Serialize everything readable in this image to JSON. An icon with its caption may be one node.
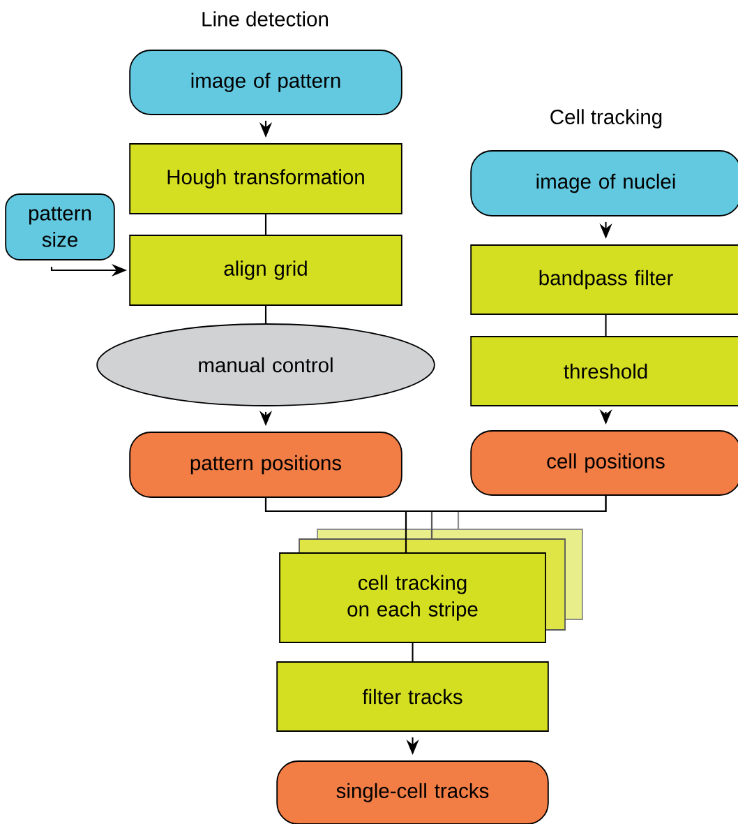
{
  "diagram": {
    "nodes": [
      {
        "text": [
          "image of pattern"
        ]
      },
      {
        "text": [
          "Hough transformation"
        ]
      },
      {
        "text": [
          "pattern size"
        ]
      },
      {
        "text": [
          "align grid"
        ]
      },
      {
        "text": [
          "manual control"
        ]
      },
      {
        "text": [
          "pattern positions"
        ]
      },
      {
        "text": [
          "image of nuclei"
        ]
      },
      {
        "text": [
          "bandpass filter"
        ]
      },
      {
        "text": [
          "threshold"
        ]
      },
      {
        "text": [
          "cell positions"
        ]
      },
      {
        "text": [
          "cell tracking on each stripe"
        ]
      },
      {
        "text": [
          "filter tracks"
        ]
      },
      {
        "text": [
          "single-cell tracks"
        ]
      }
    ],
    "edges": [
      {
        "from": 0,
        "to": 1,
        "arrow": "to"
      },
      {
        "from": 1,
        "to": 3,
        "arrow": "none"
      },
      {
        "from": 2,
        "to": 3,
        "arrow": "to"
      },
      {
        "from": 3,
        "to": 4,
        "arrow": "none"
      },
      {
        "from": 4,
        "to": 5,
        "arrow": "to"
      },
      {
        "from": 6,
        "to": 7,
        "arrow": "to"
      },
      {
        "from": 7,
        "to": 8,
        "arrow": "none"
      },
      {
        "from": 8,
        "to": 9,
        "arrow": "to"
      },
      {
        "from": 5,
        "to": 10,
        "arrow": "none"
      },
      {
        "from": 9,
        "to": 10,
        "arrow": "none"
      },
      {
        "from": 5,
        "to": 10,
        "arrow": "none",
        "color": "#595959"
      },
      {
        "from": 9,
        "to": 10,
        "arrow": "none",
        "color": "#595959"
      },
      {
        "from": 5,
        "to": 10,
        "arrow": "none",
        "color": "#8c8c8c"
      },
      {
        "from": 9,
        "to": 10,
        "arrow": "none",
        "color": "#8c8c8c"
      },
      {
        "from": 10,
        "to": 11,
        "arrow": "none"
      },
      {
        "from": 11,
        "to": 12,
        "arrow": "to"
      }
    ],
    "labels": [
      "Line detection",
      "Cell tracking"
    ]
  }
}
